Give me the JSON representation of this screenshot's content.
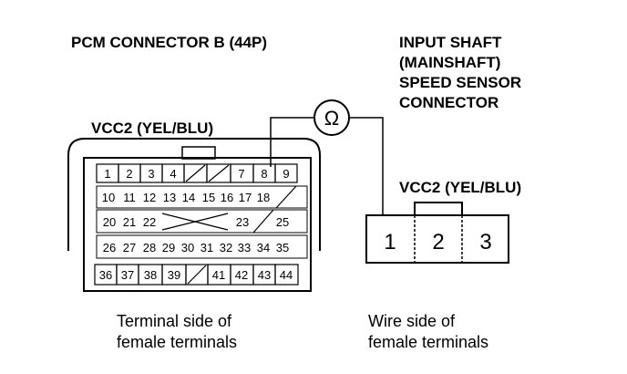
{
  "pcm_title": "PCM CONNECTOR B (44P)",
  "sensor_title": [
    "INPUT SHAFT",
    "(MAINSHAFT)",
    "SPEED SENSOR",
    "CONNECTOR"
  ],
  "left_wire_label": "VCC2 (YEL/BLU)",
  "right_wire_label": "VCC2 (YEL/BLU)",
  "ohm_symbol": "Ω",
  "left_caption": [
    "Terminal side of",
    "female terminals"
  ],
  "right_caption": [
    "Wire side of",
    "female terminals"
  ],
  "pcm_rows": [
    [
      "1",
      "2",
      "3",
      "4",
      "",
      "",
      "7",
      "8",
      "9"
    ],
    [
      "10",
      "11",
      "12",
      "13",
      "14",
      "15",
      "16",
      "17",
      "18",
      ""
    ],
    [
      "20",
      "21",
      "22",
      "",
      "",
      "",
      "",
      "23",
      "",
      "25"
    ],
    [
      "26",
      "27",
      "28",
      "29",
      "30",
      "31",
      "32",
      "33",
      "34",
      "35"
    ],
    [
      "36",
      "37",
      "38",
      "39",
      "",
      "41",
      "42",
      "43",
      "44"
    ]
  ],
  "sensor_pins": [
    "1",
    "2",
    "3"
  ]
}
